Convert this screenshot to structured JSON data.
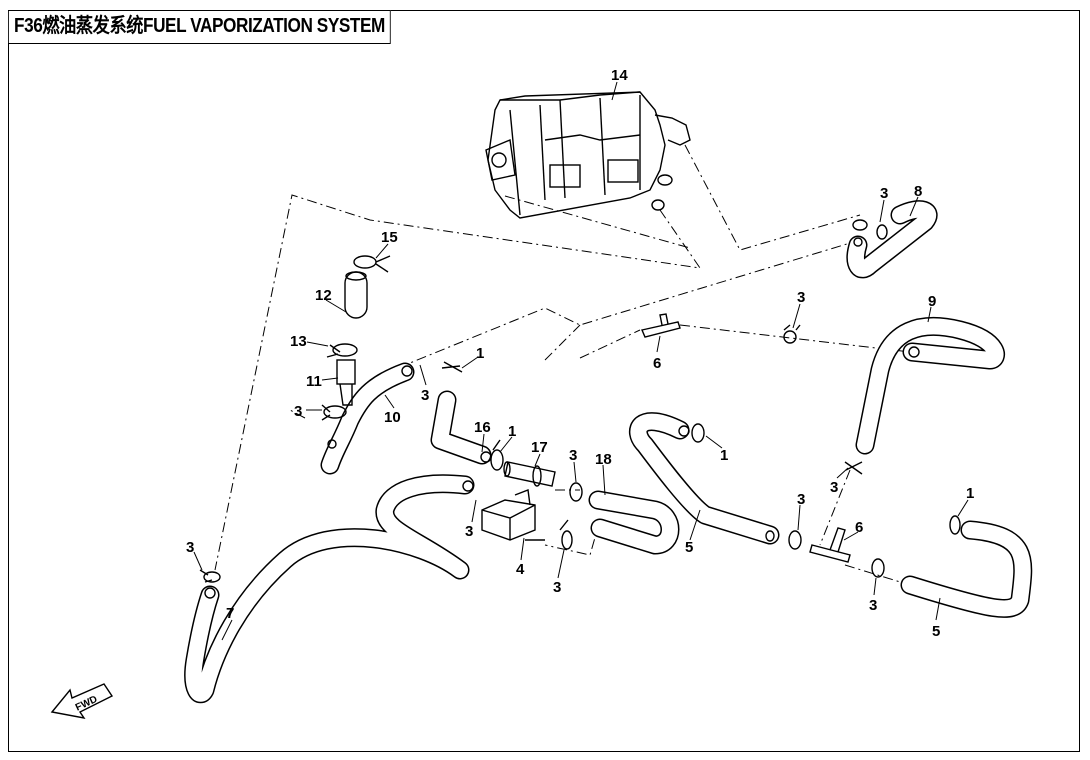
{
  "title": "F36燃油蒸发系统FUEL VAPORIZATION SYSTEM",
  "fwd_label": "FWD",
  "callouts": [
    {
      "id": "c14",
      "text": "14"
    },
    {
      "id": "c15",
      "text": "15"
    },
    {
      "id": "c12",
      "text": "12"
    },
    {
      "id": "c13",
      "text": "13"
    },
    {
      "id": "c11",
      "text": "11"
    },
    {
      "id": "c3a",
      "text": "3"
    },
    {
      "id": "c10",
      "text": "10"
    },
    {
      "id": "c3b",
      "text": "3"
    },
    {
      "id": "c1a",
      "text": "1"
    },
    {
      "id": "c16",
      "text": "16"
    },
    {
      "id": "c1b",
      "text": "1"
    },
    {
      "id": "c17",
      "text": "17"
    },
    {
      "id": "c3c",
      "text": "3"
    },
    {
      "id": "c18",
      "text": "18"
    },
    {
      "id": "c3d",
      "text": "3"
    },
    {
      "id": "c4",
      "text": "4"
    },
    {
      "id": "c3e",
      "text": "3"
    },
    {
      "id": "c3f",
      "text": "3"
    },
    {
      "id": "c7",
      "text": "7"
    },
    {
      "id": "c1c",
      "text": "1"
    },
    {
      "id": "c5a",
      "text": "5"
    },
    {
      "id": "c3g",
      "text": "3"
    },
    {
      "id": "c6a",
      "text": "6"
    },
    {
      "id": "c3h",
      "text": "3"
    },
    {
      "id": "c9",
      "text": "9"
    },
    {
      "id": "c3i",
      "text": "3"
    },
    {
      "id": "c8",
      "text": "8"
    },
    {
      "id": "c3j",
      "text": "3"
    },
    {
      "id": "c6b",
      "text": "6"
    },
    {
      "id": "c3k",
      "text": "3"
    },
    {
      "id": "c1d",
      "text": "1"
    },
    {
      "id": "c5b",
      "text": "5"
    }
  ]
}
